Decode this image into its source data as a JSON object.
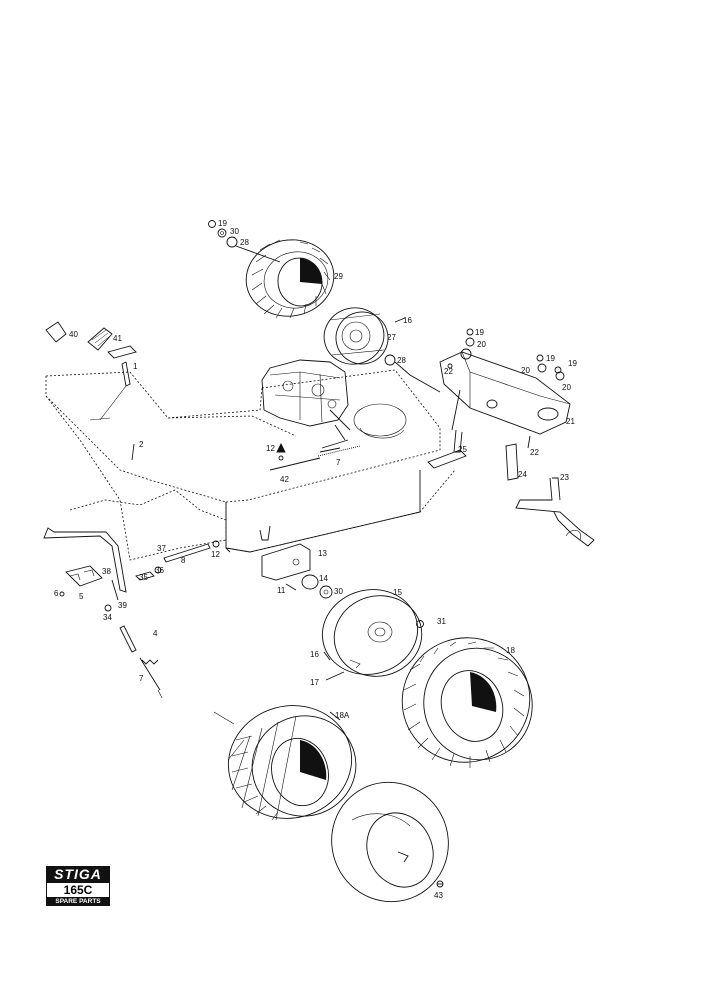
{
  "labels": {
    "p19a": "19",
    "p30a": "30",
    "p28a": "28",
    "p29": "29",
    "p16a": "16",
    "p27": "27",
    "p28b": "28",
    "p40": "40",
    "p41": "41",
    "p1": "1",
    "p2": "2",
    "p12a": "12",
    "p42": "42",
    "p7a": "7",
    "p19b": "19",
    "p20a": "20",
    "p22a": "22",
    "p19c": "19",
    "p20b": "20",
    "p19d": "19",
    "p20c": "20",
    "p21": "21",
    "p22b": "22",
    "p25": "25",
    "p24": "24",
    "p23": "23",
    "p37": "37",
    "p8": "8",
    "p36": "36",
    "p12b": "12",
    "p38": "38",
    "p35": "35",
    "p6": "6",
    "p5": "5",
    "p39": "39",
    "p34": "34",
    "p13": "13",
    "p11": "11",
    "p14": "14",
    "p30b": "30",
    "p15": "15",
    "p31": "31",
    "p4": "4",
    "p7b": "7",
    "p16b": "16",
    "p17": "17",
    "p18": "18",
    "p18A": "18A",
    "p43": "43"
  },
  "logo": {
    "brand": "STIGA",
    "model": "165C",
    "subtitle": "SPARE PARTS"
  }
}
